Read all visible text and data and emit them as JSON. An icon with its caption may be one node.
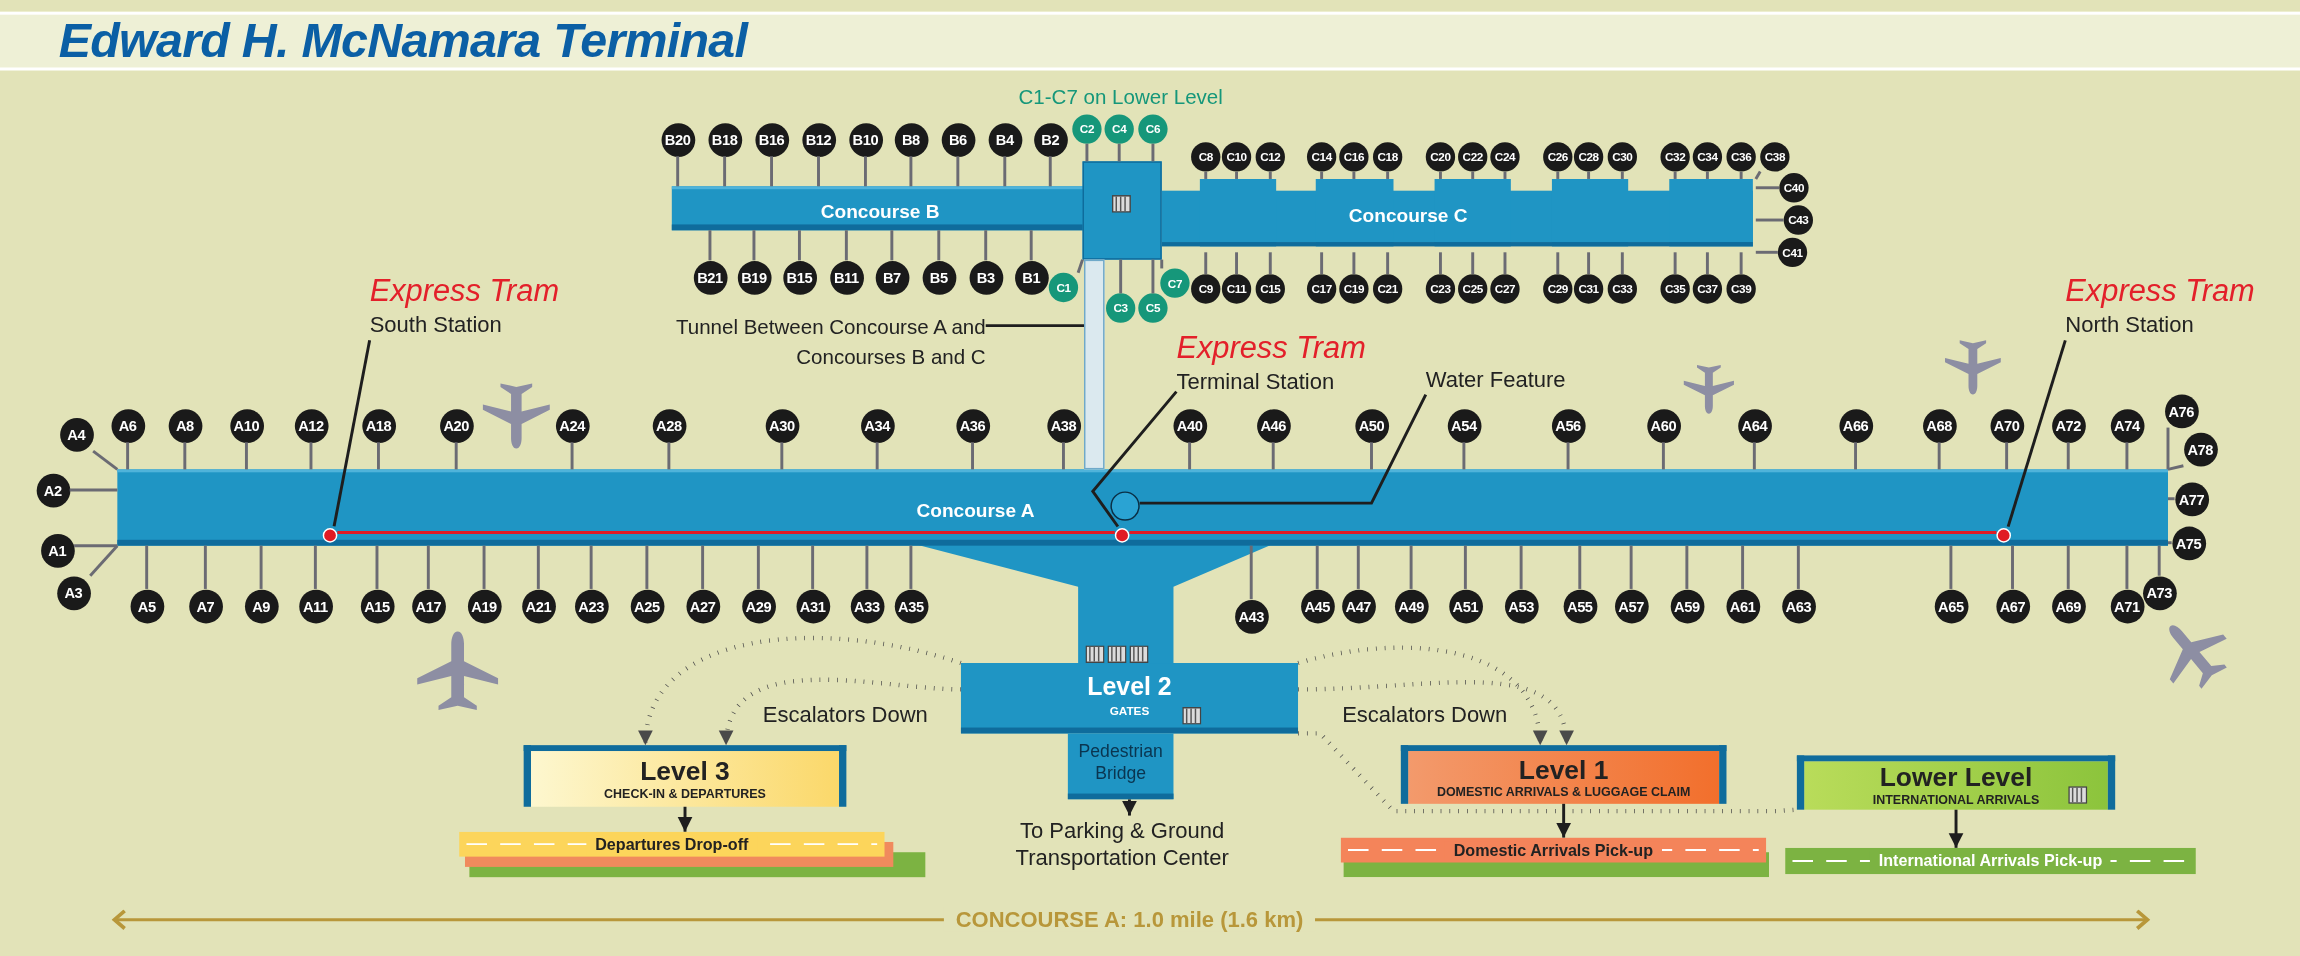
{
  "diagram": {
    "title": "Edward H. McNamara Terminal",
    "nodes": [
      {
        "text": [
          "Concourse B"
        ]
      },
      {
        "text": [
          "Concourse C"
        ]
      },
      {
        "text": [
          "Concourse A"
        ]
      },
      {
        "text": [],
        "shape": "circle",
        "in": 2
      },
      {
        "text": [],
        "shape": "circle",
        "in": 2
      },
      {
        "text": [],
        "shape": "circle",
        "in": 2
      },
      {
        "text": [],
        "shape": "circle",
        "in": 2
      },
      {
        "text": [],
        "shape": "box"
      },
      {
        "text": [
          "Express Tram",
          "South Station"
        ]
      },
      {
        "text": [
          "Express Tram",
          "Terminal Station"
        ]
      },
      {
        "text": [
          "Express Tram",
          "North Station"
        ]
      },
      {
        "text": [
          "Water Feature"
        ]
      },
      {
        "text": [
          "Tunnel Between Concourse A and Concourses B and C"
        ]
      },
      {
        "text": [
          "Level 2",
          "GATES",
          "Pedestrian Bridge"
        ]
      },
      {
        "text": [
          "To Parking & Ground Transportation Center"
        ]
      },
      {
        "text": [
          "Level 3",
          "CHECK-IN & DEPARTURES"
        ]
      },
      {
        "text": [
          "Departures Drop-off"
        ]
      },
      {
        "text": [
          "Level 1",
          "DOMESTIC ARRIVALS & LUGGAGE CLAIM"
        ]
      },
      {
        "text": [
          "Domestic Arrivals Pick-up"
        ]
      },
      {
        "text": [
          "Lower Level",
          "INTERNATIONAL ARRIVALS"
        ]
      },
      {
        "text": [
          "International Arrivals Pick-up"
        ]
      },
      {
        "text": [
          "B20"
        ]
      },
      {
        "text": [
          "B18"
        ]
      },
      {
        "text": [
          "B16"
        ]
      },
      {
        "text": [
          "B12"
        ]
      },
      {
        "text": [
          "B10"
        ]
      },
      {
        "text": [
          "B8"
        ]
      },
      {
        "text": [
          "B6"
        ]
      },
      {
        "text": [
          "B4"
        ]
      },
      {
        "text": [
          "B2"
        ]
      },
      {
        "text": [
          "C2"
        ]
      },
      {
        "text": [
          "C4"
        ]
      },
      {
        "text": [
          "C6"
        ]
      },
      {
        "text": [
          "C8"
        ]
      },
      {
        "text": [
          "C10"
        ]
      },
      {
        "text": [
          "C12"
        ]
      },
      {
        "text": [
          "C14"
        ]
      },
      {
        "text": [
          "C16"
        ]
      },
      {
        "text": [
          "C18"
        ]
      },
      {
        "text": [
          "C20"
        ]
      },
      {
        "text": [
          "C22"
        ]
      },
      {
        "text": [
          "C24"
        ]
      },
      {
        "text": [
          "C26"
        ]
      },
      {
        "text": [
          "C28"
        ]
      },
      {
        "text": [
          "C30"
        ]
      },
      {
        "text": [
          "C32"
        ]
      },
      {
        "text": [
          "C34"
        ]
      },
      {
        "text": [
          "C36"
        ]
      },
      {
        "text": [
          "C38"
        ]
      },
      {
        "text": [
          "C40"
        ]
      },
      {
        "text": [
          "C43"
        ]
      },
      {
        "text": [
          "C41"
        ]
      },
      {
        "text": [
          "B21"
        ]
      },
      {
        "text": [
          "B19"
        ]
      },
      {
        "text": [
          "B15"
        ]
      },
      {
        "text": [
          "B11"
        ]
      },
      {
        "text": [
          "B7"
        ]
      },
      {
        "text": [
          "B5"
        ]
      },
      {
        "text": [
          "B3"
        ]
      },
      {
        "text": [
          "B1"
        ]
      },
      {
        "text": [
          "C1"
        ]
      },
      {
        "text": [
          "C3"
        ]
      },
      {
        "text": [
          "C5"
        ]
      },
      {
        "text": [
          "C7"
        ]
      },
      {
        "text": [
          "C9"
        ]
      },
      {
        "text": [
          "C11"
        ]
      },
      {
        "text": [
          "C15"
        ]
      },
      {
        "text": [
          "C17"
        ]
      },
      {
        "text": [
          "C19"
        ]
      },
      {
        "text": [
          "C21"
        ]
      },
      {
        "text": [
          "C23"
        ]
      },
      {
        "text": [
          "C25"
        ]
      },
      {
        "text": [
          "C27"
        ]
      },
      {
        "text": [
          "C29"
        ]
      },
      {
        "text": [
          "C31"
        ]
      },
      {
        "text": [
          "C33"
        ]
      },
      {
        "text": [
          "C35"
        ]
      },
      {
        "text": [
          "C37"
        ]
      },
      {
        "text": [
          "C39"
        ]
      },
      {
        "text": [
          "A6"
        ]
      },
      {
        "text": [
          "A8"
        ]
      },
      {
        "text": [
          "A10"
        ]
      },
      {
        "text": [
          "A12"
        ]
      },
      {
        "text": [
          "A18"
        ]
      },
      {
        "text": [
          "A20"
        ]
      },
      {
        "text": [
          "A24"
        ]
      },
      {
        "text": [
          "A28"
        ]
      },
      {
        "text": [
          "A30"
        ]
      },
      {
        "text": [
          "A34"
        ]
      },
      {
        "text": [
          "A36"
        ]
      },
      {
        "text": [
          "A38"
        ]
      },
      {
        "text": [
          "A40"
        ]
      },
      {
        "text": [
          "A46"
        ]
      },
      {
        "text": [
          "A50"
        ]
      },
      {
        "text": [
          "A54"
        ]
      },
      {
        "text": [
          "A56"
        ]
      },
      {
        "text": [
          "A60"
        ]
      },
      {
        "text": [
          "A64"
        ]
      },
      {
        "text": [
          "A66"
        ]
      },
      {
        "text": [
          "A68"
        ]
      },
      {
        "text": [
          "A70"
        ]
      },
      {
        "text": [
          "A72"
        ]
      },
      {
        "text": [
          "A74"
        ]
      },
      {
        "text": [
          "A76"
        ]
      },
      {
        "text": [
          "A4"
        ]
      },
      {
        "text": [
          "A2"
        ]
      },
      {
        "text": [
          "A1"
        ]
      },
      {
        "text": [
          "A3"
        ]
      },
      {
        "text": [
          "A78"
        ]
      },
      {
        "text": [
          "A77"
        ]
      },
      {
        "text": [
          "A75"
        ]
      },
      {
        "text": [
          "A73"
        ]
      },
      {
        "text": [
          "A5"
        ]
      },
      {
        "text": [
          "A7"
        ]
      },
      {
        "text": [
          "A9"
        ]
      },
      {
        "text": [
          "A11"
        ]
      },
      {
        "text": [
          "A15"
        ]
      },
      {
        "text": [
          "A17"
        ]
      },
      {
        "text": [
          "A19"
        ]
      },
      {
        "text": [
          "A21"
        ]
      },
      {
        "text": [
          "A23"
        ]
      },
      {
        "text": [
          "A25"
        ]
      },
      {
        "text": [
          "A27"
        ]
      },
      {
        "text": [
          "A29"
        ]
      },
      {
        "text": [
          "A31"
        ]
      },
      {
        "text": [
          "A33"
        ]
      },
      {
        "text": [
          "A35"
        ]
      },
      {
        "text": [
          "A43"
        ]
      },
      {
        "text": [
          "A45"
        ]
      },
      {
        "text": [
          "A47"
        ]
      },
      {
        "text": [
          "A49"
        ]
      },
      {
        "text": [
          "A51"
        ]
      },
      {
        "text": [
          "A53"
        ]
      },
      {
        "text": [
          "A55"
        ]
      },
      {
        "text": [
          "A57"
        ]
      },
      {
        "text": [
          "A59"
        ]
      },
      {
        "text": [
          "A61"
        ]
      },
      {
        "text": [
          "A63"
        ]
      },
      {
        "text": [
          "A65"
        ]
      },
      {
        "text": [
          "A67"
        ]
      },
      {
        "text": [
          "A69"
        ]
      },
      {
        "text": [
          "A71"
        ]
      },
      {
        "text": [],
        "shape": "box"
      }
    ],
    "edges": [
      {
        "from": 8,
        "to": 3,
        "arrow": "none"
      },
      {
        "from": 9,
        "to": 4,
        "arrow": "none"
      },
      {
        "from": 10,
        "to": 5,
        "arrow": "none"
      },
      {
        "from": 11,
        "to": 6,
        "arrow": "none"
      },
      {
        "from": 12,
        "to": 142,
        "arrow": "none"
      },
      {
        "from": 13,
        "to": 15,
        "arrow": "to",
        "style": "dashed"
      },
      {
        "from": 13,
        "to": 15,
        "arrow": "to",
        "style": "dashed"
      },
      {
        "from": 13,
        "to": 17,
        "arrow": "to",
        "style": "dashed"
      },
      {
        "from": 13,
        "to": 17,
        "arrow": "to",
        "style": "dashed"
      },
      {
        "from": 13,
        "to": 19,
        "arrow": "none",
        "style": "dashed"
      },
      {
        "from": 13,
        "to": 14,
        "arrow": "to"
      },
      {
        "from": 15,
        "to": 16,
        "arrow": "to"
      },
      {
        "from": 17,
        "to": 18,
        "arrow": "to"
      },
      {
        "from": 19,
        "to": 20,
        "arrow": "to"
      },
      {
        "from": 3,
        "to": 4,
        "arrow": "none",
        "color": "#e01b24"
      },
      {
        "from": 4,
        "to": 5,
        "arrow": "none",
        "color": "#e01b24"
      },
      {
        "from": 21,
        "to": 0,
        "arrow": "none",
        "color": "#6b6b73"
      },
      {
        "from": 22,
        "to": 0,
        "arrow": "none",
        "color": "#6b6b73"
      },
      {
        "from": 23,
        "to": 0,
        "arrow": "none",
        "color": "#6b6b73"
      },
      {
        "from": 24,
        "to": 0,
        "arrow": "none",
        "color": "#6b6b73"
      },
      {
        "from": 25,
        "to": 0,
        "arrow": "none",
        "color": "#6b6b73"
      },
      {
        "from": 26,
        "to": 0,
        "arrow": "none",
        "color": "#6b6b73"
      },
      {
        "from": 27,
        "to": 0,
        "arrow": "none",
        "color": "#6b6b73"
      },
      {
        "from": 28,
        "to": 0,
        "arrow": "none",
        "color": "#6b6b73"
      },
      {
        "from": 29,
        "to": 0,
        "arrow": "none",
        "color": "#6b6b73"
      },
      {
        "from": 30,
        "to": 7,
        "arrow": "none",
        "color": "#6b6b73"
      },
      {
        "from": 31,
        "to": 7,
        "arrow": "none",
        "color": "#6b6b73"
      },
      {
        "from": 32,
        "to": 7,
        "arrow": "none",
        "color": "#6b6b73"
      },
      {
        "from": 33,
        "to": 1,
        "arrow": "none",
        "color": "#6b6b73"
      },
      {
        "from": 34,
        "to": 1,
        "arrow": "none",
        "color": "#6b6b73"
      },
      {
        "from": 35,
        "to": 1,
        "arrow": "none",
        "color": "#6b6b73"
      },
      {
        "from": 36,
        "to": 1,
        "arrow": "none",
        "color": "#6b6b73"
      },
      {
        "from": 37,
        "to": 1,
        "arrow": "none",
        "color": "#6b6b73"
      },
      {
        "from": 38,
        "to": 1,
        "arrow": "none",
        "color": "#6b6b73"
      },
      {
        "from": 39,
        "to": 1,
        "arrow": "none",
        "color": "#6b6b73"
      },
      {
        "from": 40,
        "to": 1,
        "arrow": "none",
        "color": "#6b6b73"
      },
      {
        "from": 41,
        "to": 1,
        "arrow": "none",
        "color": "#6b6b73"
      },
      {
        "from": 42,
        "to": 1,
        "arrow": "none",
        "color": "#6b6b73"
      },
      {
        "from": 43,
        "to": 1,
        "arrow": "none",
        "color": "#6b6b73"
      },
      {
        "from": 44,
        "to": 1,
        "arrow": "none",
        "color": "#6b6b73"
      },
      {
        "from": 45,
        "to": 1,
        "arrow": "none",
        "color": "#6b6b73"
      },
      {
        "from": 46,
        "to": 1,
        "arrow": "none",
        "color": "#6b6b73"
      },
      {
        "from": 47,
        "to": 1,
        "arrow": "none",
        "color": "#6b6b73"
      },
      {
        "from": 48,
        "to": 1,
        "arrow": "none",
        "color": "#6b6b73"
      },
      {
        "from": 49,
        "to": 1,
        "arrow": "none",
        "color": "#6b6b73"
      },
      {
        "from": 50,
        "to": 1,
        "arrow": "none",
        "color": "#6b6b73"
      },
      {
        "from": 51,
        "to": 1,
        "arrow": "none",
        "color": "#6b6b73"
      },
      {
        "from": 52,
        "to": 0,
        "arrow": "none",
        "color": "#6b6b73"
      },
      {
        "from": 53,
        "to": 0,
        "arrow": "none",
        "color": "#6b6b73"
      },
      {
        "from": 54,
        "to": 0,
        "arrow": "none",
        "color": "#6b6b73"
      },
      {
        "from": 55,
        "to": 0,
        "arrow": "none",
        "color": "#6b6b73"
      },
      {
        "from": 56,
        "to": 0,
        "arrow": "none",
        "color": "#6b6b73"
      },
      {
        "from": 57,
        "to": 0,
        "arrow": "none",
        "color": "#6b6b73"
      },
      {
        "from": 58,
        "to": 0,
        "arrow": "none",
        "color": "#6b6b73"
      },
      {
        "from": 59,
        "to": 0,
        "arrow": "none",
        "color": "#6b6b73"
      },
      {
        "from": 60,
        "to": 7,
        "arrow": "none",
        "color": "#6b6b73"
      },
      {
        "from": 61,
        "to": 7,
        "arrow": "none",
        "color": "#6b6b73"
      },
      {
        "from": 62,
        "to": 7,
        "arrow": "none",
        "color": "#6b6b73"
      },
      {
        "from": 63,
        "to": 7,
        "arrow": "none",
        "color": "#6b6b73"
      },
      {
        "from": 64,
        "to": 1,
        "arrow": "none",
        "color": "#6b6b73"
      },
      {
        "from": 65,
        "to": 1,
        "arrow": "none",
        "color": "#6b6b73"
      },
      {
        "from": 66,
        "to": 1,
        "arrow": "none",
        "color": "#6b6b73"
      },
      {
        "from": 67,
        "to": 1,
        "arrow": "none",
        "color": "#6b6b73"
      },
      {
        "from": 68,
        "to": 1,
        "arrow": "none",
        "color": "#6b6b73"
      },
      {
        "from": 69,
        "to": 1,
        "arrow": "none",
        "color": "#6b6b73"
      },
      {
        "from": 70,
        "to": 1,
        "arrow": "none",
        "color": "#6b6b73"
      },
      {
        "from": 71,
        "to": 1,
        "arrow": "none",
        "color": "#6b6b73"
      },
      {
        "from": 72,
        "to": 1,
        "arrow": "none",
        "color": "#6b6b73"
      },
      {
        "from": 73,
        "to": 1,
        "arrow": "none",
        "color": "#6b6b73"
      },
      {
        "from": 74,
        "to": 1,
        "arrow": "none",
        "color": "#6b6b73"
      },
      {
        "from": 75,
        "to": 1,
        "arrow": "none",
        "color": "#6b6b73"
      },
      {
        "from": 76,
        "to": 1,
        "arrow": "none",
        "color": "#6b6b73"
      },
      {
        "from": 77,
        "to": 1,
        "arrow": "none",
        "color": "#6b6b73"
      },
      {
        "from": 78,
        "to": 1,
        "arrow": "none",
        "color": "#6b6b73"
      },
      {
        "from": 79,
        "to": 2,
        "arrow": "none",
        "color": "#6b6b73"
      },
      {
        "from": 80,
        "to": 2,
        "arrow": "none",
        "color": "#6b6b73"
      },
      {
        "from": 81,
        "to": 2,
        "arrow": "none",
        "color": "#6b6b73"
      },
      {
        "from": 82,
        "to": 2,
        "arrow": "none",
        "color": "#6b6b73"
      },
      {
        "from": 83,
        "to": 2,
        "arrow": "none",
        "color": "#6b6b73"
      },
      {
        "from": 84,
        "to": 2,
        "arrow": "none",
        "color": "#6b6b73"
      },
      {
        "from": 85,
        "to": 2,
        "arrow": "none",
        "color": "#6b6b73"
      },
      {
        "from": 86,
        "to": 2,
        "arrow": "none",
        "color": "#6b6b73"
      },
      {
        "from": 87,
        "to": 2,
        "arrow": "none",
        "color": "#6b6b73"
      },
      {
        "from": 88,
        "to": 2,
        "arrow": "none",
        "color": "#6b6b73"
      },
      {
        "from": 89,
        "to": 2,
        "arrow": "none",
        "color": "#6b6b73"
      },
      {
        "from": 90,
        "to": 2,
        "arrow": "none",
        "color": "#6b6b73"
      },
      {
        "from": 91,
        "to": 2,
        "arrow": "none",
        "color": "#6b6b73"
      },
      {
        "from": 92,
        "to": 2,
        "arrow": "none",
        "color": "#6b6b73"
      },
      {
        "from": 93,
        "to": 2,
        "arrow": "none",
        "color": "#6b6b73"
      },
      {
        "from": 94,
        "to": 2,
        "arrow": "none",
        "color": "#6b6b73"
      },
      {
        "from": 95,
        "to": 2,
        "arrow": "none",
        "color": "#6b6b73"
      },
      {
        "from": 96,
        "to": 2,
        "arrow": "none",
        "color": "#6b6b73"
      },
      {
        "from": 97,
        "to": 2,
        "arrow": "none",
        "color": "#6b6b73"
      },
      {
        "from": 98,
        "to": 2,
        "arrow": "none",
        "color": "#6b6b73"
      },
      {
        "from": 99,
        "to": 2,
        "arrow": "none",
        "color": "#6b6b73"
      },
      {
        "from": 100,
        "to": 2,
        "arrow": "none",
        "color": "#6b6b73"
      },
      {
        "from": 101,
        "to": 2,
        "arrow": "none",
        "color": "#6b6b73"
      },
      {
        "from": 102,
        "to": 2,
        "arrow": "none",
        "color": "#6b6b73"
      },
      {
        "from": 103,
        "to": 2,
        "arrow": "none",
        "color": "#6b6b73"
      },
      {
        "from": 104,
        "to": 2,
        "arrow": "none",
        "color": "#6b6b73"
      },
      {
        "from": 105,
        "to": 2,
        "arrow": "none",
        "color": "#6b6b73"
      },
      {
        "from": 106,
        "to": 2,
        "arrow": "none",
        "color": "#6b6b73"
      },
      {
        "from": 107,
        "to": 2,
        "arrow": "none",
        "color": "#6b6b73"
      },
      {
        "from": 108,
        "to": 2,
        "arrow": "none",
        "color": "#6b6b73"
      },
      {
        "from": 109,
        "to": 2,
        "arrow": "none",
        "color": "#6b6b73"
      },
      {
        "from": 110,
        "to": 2,
        "arrow": "none",
        "color": "#6b6b73"
      },
      {
        "from": 111,
        "to": 2,
        "arrow": "none",
        "color": "#6b6b73"
      },
      {
        "from": 112,
        "to": 2,
        "arrow": "none",
        "color": "#6b6b73"
      },
      {
        "from": 113,
        "to": 2,
        "arrow": "none",
        "color": "#6b6b73"
      },
      {
        "from": 114,
        "to": 2,
        "arrow": "none",
        "color": "#6b6b73"
      },
      {
        "from": 115,
        "to": 2,
        "arrow": "none",
        "color": "#6b6b73"
      },
      {
        "from": 116,
        "to": 2,
        "arrow": "none",
        "color": "#6b6b73"
      },
      {
        "from": 117,
        "to": 2,
        "arrow": "none",
        "color": "#6b6b73"
      },
      {
        "from": 118,
        "to": 2,
        "arrow": "none",
        "color": "#6b6b73"
      },
      {
        "from": 119,
        "to": 2,
        "arrow": "none",
        "color": "#6b6b73"
      },
      {
        "from": 120,
        "to": 2,
        "arrow": "none",
        "color": "#6b6b73"
      },
      {
        "from": 121,
        "to": 2,
        "arrow": "none",
        "color": "#6b6b73"
      },
      {
        "from": 122,
        "to": 2,
        "arrow": "none",
        "color": "#6b6b73"
      },
      {
        "from": 123,
        "to": 2,
        "arrow": "none",
        "color": "#6b6b73"
      },
      {
        "from": 124,
        "to": 2,
        "arrow": "none",
        "color": "#6b6b73"
      },
      {
        "from": 125,
        "to": 2,
        "arrow": "none",
        "color": "#6b6b73"
      },
      {
        "from": 126,
        "to": 2,
        "arrow": "none",
        "color": "#6b6b73"
      },
      {
        "from": 127,
        "to": 2,
        "arrow": "none",
        "color": "#6b6b73"
      },
      {
        "from": 128,
        "to": 2,
        "arrow": "none",
        "color": "#6b6b73"
      },
      {
        "from": 129,
        "to": 2,
        "arrow": "none",
        "color": "#6b6b73"
      },
      {
        "from": 130,
        "to": 2,
        "arrow": "none",
        "color": "#6b6b73"
      },
      {
        "from": 131,
        "to": 2,
        "arrow": "none",
        "color": "#6b6b73"
      },
      {
        "from": 132,
        "to": 2,
        "arrow": "none",
        "color": "#6b6b73"
      },
      {
        "from": 133,
        "to": 2,
        "arrow": "none",
        "color": "#6b6b73"
      },
      {
        "from": 134,
        "to": 2,
        "arrow": "none",
        "color": "#6b6b73"
      },
      {
        "from": 135,
        "to": 2,
        "arrow": "none",
        "color": "#6b6b73"
      },
      {
        "from": 136,
        "to": 2,
        "arrow": "none",
        "color": "#6b6b73"
      },
      {
        "from": 137,
        "to": 2,
        "arrow": "none",
        "color": "#6b6b73"
      },
      {
        "from": 138,
        "to": 2,
        "arrow": "none",
        "color": "#6b6b73"
      },
      {
        "from": 139,
        "to": 2,
        "arrow": "none",
        "color": "#6b6b73"
      },
      {
        "from": 140,
        "to": 2,
        "arrow": "none",
        "color": "#6b6b73"
      },
      {
        "from": 141,
        "to": 2,
        "arrow": "none",
        "color": "#6b6b73"
      }
    ],
    "labels": [
      "C1-C7 on Lower Level",
      "Escalators Down",
      "Escalators Down",
      "CONCOURSE A: 1.0 mile (1.6 km)"
    ]
  }
}
